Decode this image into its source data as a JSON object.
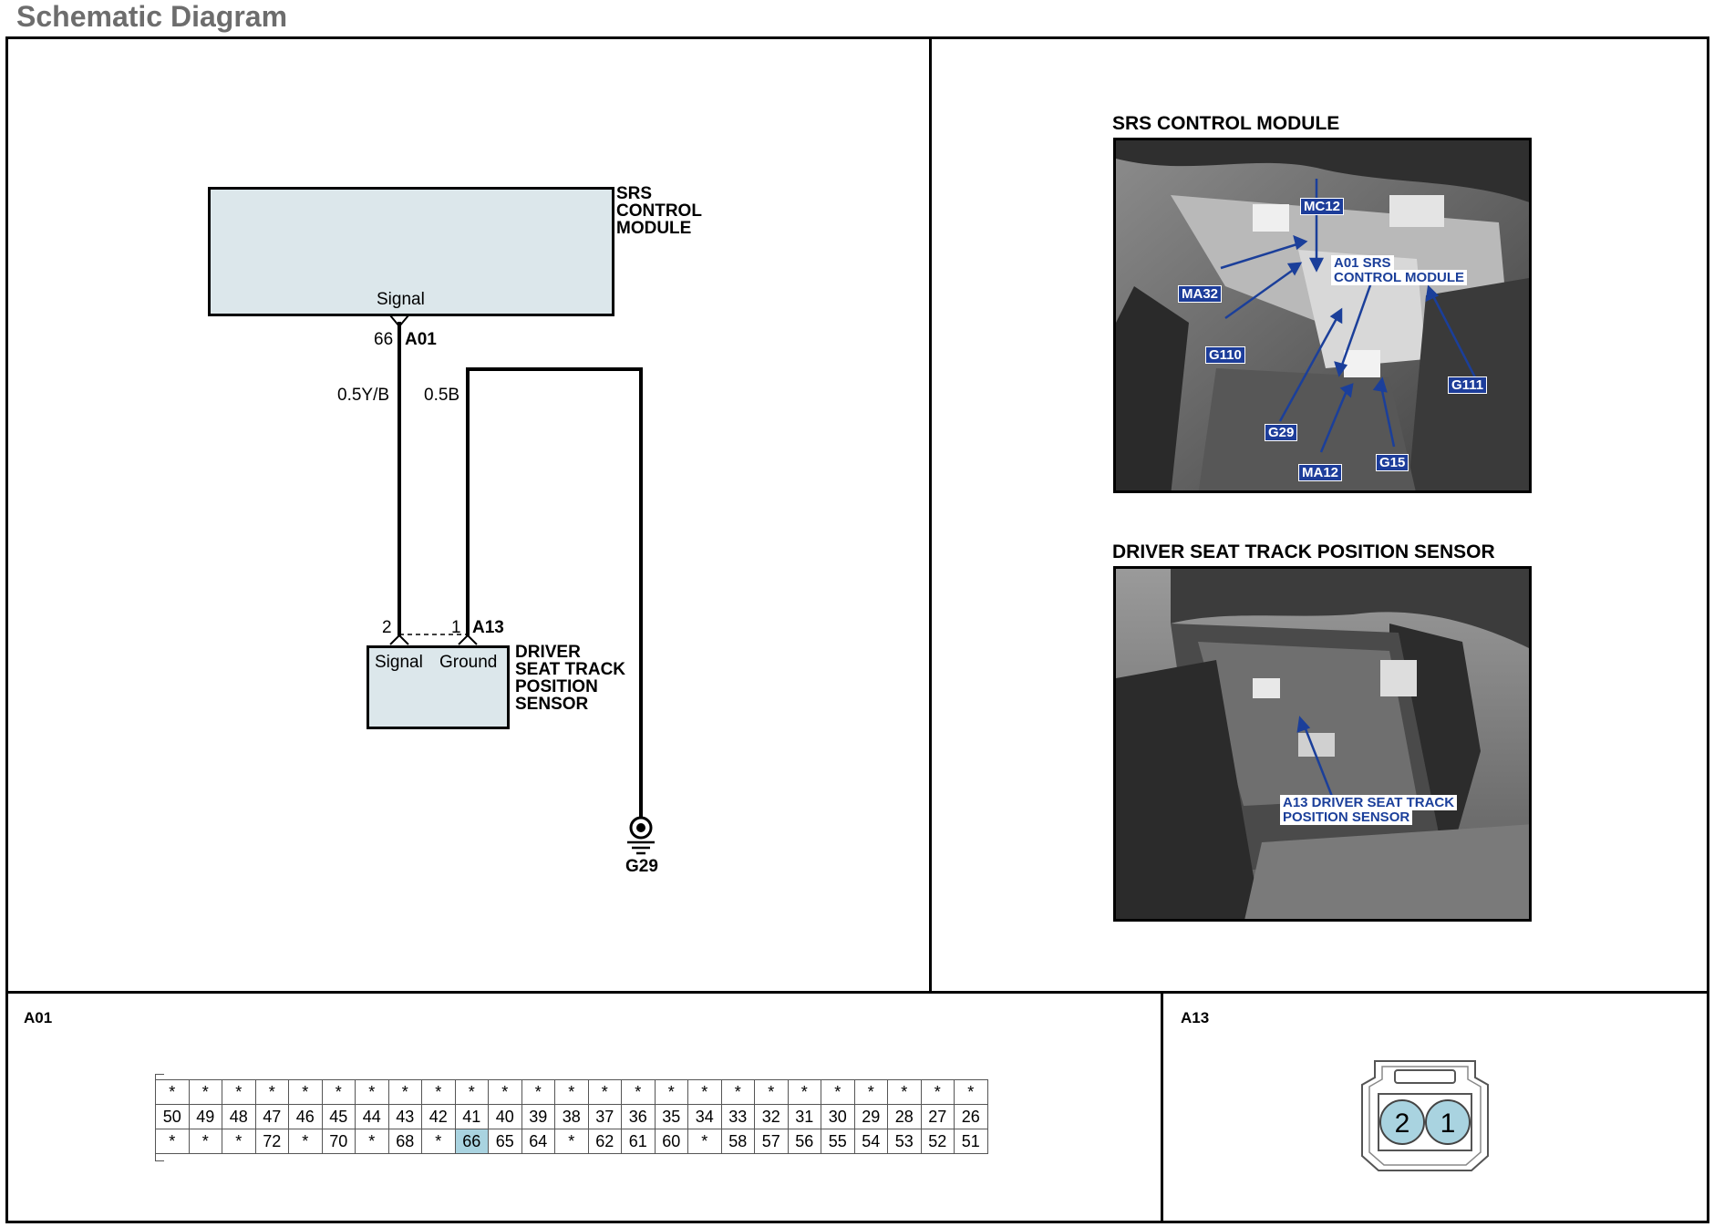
{
  "page": {
    "title": "Schematic Diagram"
  },
  "schematic": {
    "srs_module": {
      "name_lines": [
        "SRS",
        "CONTROL",
        "MODULE"
      ],
      "pin_label": "Signal"
    },
    "a01_pin": {
      "number": "66",
      "connector": "A01"
    },
    "wires": {
      "signal_wire": "0.5Y/B",
      "ground_wire": "0.5B"
    },
    "sensor": {
      "connector": "A13",
      "pin_signal_number": "2",
      "pin_ground_number": "1",
      "pin_signal_label": "Signal",
      "pin_ground_label": "Ground",
      "name_lines": [
        "DRIVER",
        "SEAT TRACK",
        "POSITION",
        "SENSOR"
      ]
    },
    "ground": {
      "label": "G29"
    }
  },
  "locations": {
    "srs_photo": {
      "title": "SRS CONTROL MODULE",
      "callouts": [
        "MC12",
        "A01 SRS",
        "CONTROL MODULE",
        "MA32",
        "G110",
        "G111",
        "G29",
        "G15",
        "MA12"
      ]
    },
    "sensor_photo": {
      "title": "DRIVER SEAT TRACK POSITION SENSOR",
      "callouts": [
        "A13 DRIVER SEAT TRACK",
        "POSITION SENSOR"
      ]
    }
  },
  "connector_a01": {
    "title": "A01",
    "rows": [
      [
        "*",
        "*",
        "*",
        "*",
        "*",
        "*",
        "*",
        "*",
        "*",
        "*",
        "*",
        "*",
        "*",
        "*",
        "*",
        "*",
        "*",
        "*",
        "*",
        "*",
        "*",
        "*",
        "*",
        "*",
        "*"
      ],
      [
        "50",
        "49",
        "48",
        "47",
        "46",
        "45",
        "44",
        "43",
        "42",
        "41",
        "40",
        "39",
        "38",
        "37",
        "36",
        "35",
        "34",
        "33",
        "32",
        "31",
        "30",
        "29",
        "28",
        "27",
        "26"
      ],
      [
        "*",
        "*",
        "*",
        "72",
        "*",
        "70",
        "*",
        "68",
        "*",
        "66",
        "65",
        "64",
        "*",
        "62",
        "61",
        "60",
        "*",
        "58",
        "57",
        "56",
        "55",
        "54",
        "53",
        "52",
        "51"
      ]
    ],
    "highlighted_pin": "66"
  },
  "connector_a13": {
    "title": "A13",
    "pins": [
      "2",
      "1"
    ],
    "pin_fill": "#a9d3e0"
  }
}
